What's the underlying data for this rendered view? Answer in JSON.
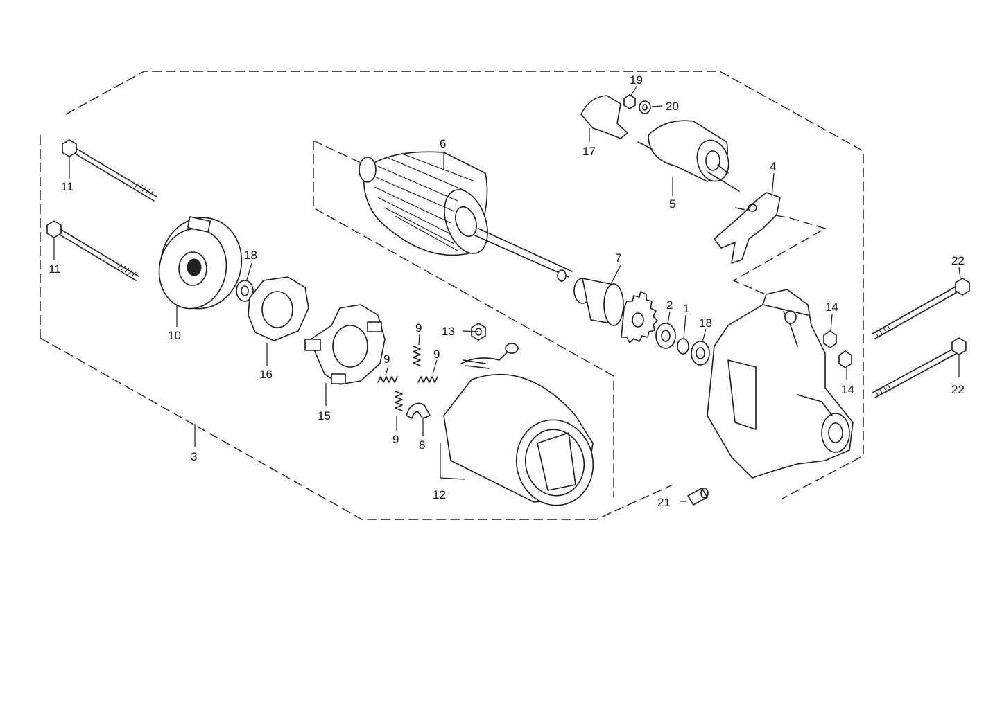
{
  "callouts": [
    {
      "id": "c1",
      "text": "1"
    },
    {
      "id": "c2",
      "text": "2"
    },
    {
      "id": "c3",
      "text": "3"
    },
    {
      "id": "c4",
      "text": "4"
    },
    {
      "id": "c5",
      "text": "5"
    },
    {
      "id": "c6",
      "text": "6"
    },
    {
      "id": "c7",
      "text": "7"
    },
    {
      "id": "c8",
      "text": "8"
    },
    {
      "id": "c9a",
      "text": "9"
    },
    {
      "id": "c9b",
      "text": "9"
    },
    {
      "id": "c9c",
      "text": "9"
    },
    {
      "id": "c9d",
      "text": "9"
    },
    {
      "id": "c10",
      "text": "10"
    },
    {
      "id": "c11a",
      "text": "11"
    },
    {
      "id": "c11b",
      "text": "11"
    },
    {
      "id": "c12",
      "text": "12"
    },
    {
      "id": "c13",
      "text": "13"
    },
    {
      "id": "c14a",
      "text": "14"
    },
    {
      "id": "c14b",
      "text": "14"
    },
    {
      "id": "c15",
      "text": "15"
    },
    {
      "id": "c16",
      "text": "16"
    },
    {
      "id": "c17",
      "text": "17"
    },
    {
      "id": "c18a",
      "text": "18"
    },
    {
      "id": "c18b",
      "text": "18"
    },
    {
      "id": "c19",
      "text": "19"
    },
    {
      "id": "c20",
      "text": "20"
    },
    {
      "id": "c21",
      "text": "21"
    },
    {
      "id": "c22a",
      "text": "22"
    },
    {
      "id": "c22b",
      "text": "22"
    }
  ]
}
